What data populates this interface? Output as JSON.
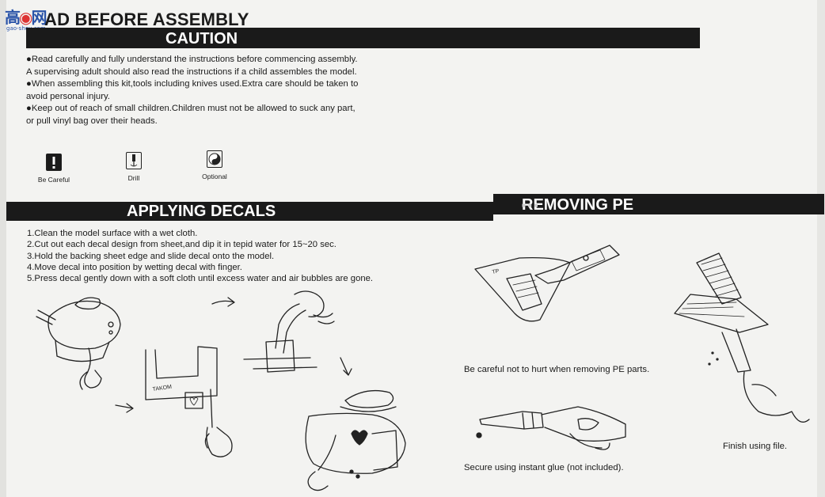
{
  "watermark": {
    "mark_left": "高",
    "mark_right": "网",
    "url": "gao-shou.com"
  },
  "header": {
    "title": "AD BEFORE ASSEMBLY"
  },
  "caution": {
    "heading": "CAUTION",
    "paragraphs": [
      "●Read carefully and fully understand the instructions before commencing assembly.",
      "A supervising adult should also read the instructions if a child assembles the model.",
      "●When assembling this kit,tools including knives used.Extra care should be taken to",
      "avoid personal injury.",
      "●Keep out of reach of small children.Children must not be allowed to suck any part,",
      "or pull vinyl bag over their heads."
    ]
  },
  "symbols": [
    {
      "icon": "exclamation-icon",
      "label": "Be Careful"
    },
    {
      "icon": "drill-icon",
      "label": "Drill"
    },
    {
      "icon": "yin-yang-icon",
      "label": "Optional"
    }
  ],
  "decals": {
    "heading": "APPLYING DECALS",
    "steps": [
      "1.Clean the model surface with a wet cloth.",
      "2.Cut out each decal design from sheet,and dip it in tepid water for 15~20 sec.",
      "3.Hold the backing sheet edge and slide decal onto the model.",
      "4.Move decal into position by wetting decal with finger.",
      "5.Press decal gently down with a soft cloth until excess water and air bubbles are gone."
    ],
    "sheet_label": "TAKOM"
  },
  "pe": {
    "heading": "REMOVING PE",
    "caption_remove": "Be careful not to hurt when removing PE parts.",
    "caption_glue": "Secure using instant glue (not included).",
    "caption_file": "Finish using file.",
    "fret_label": "TP"
  }
}
